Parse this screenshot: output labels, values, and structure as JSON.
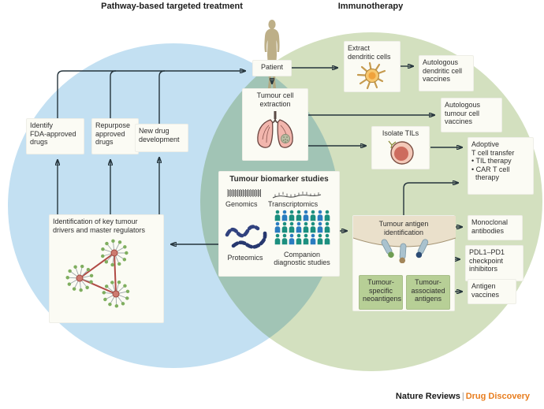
{
  "titles": {
    "pathway": "Pathway-based targeted treatment",
    "immunotherapy": "Immunotherapy"
  },
  "pathway": {
    "identify_fda": "Identify\nFDA-approved\ndrugs",
    "repurpose": "Repurpose\napproved\ndrugs",
    "new_drug": "New drug\ndevelopment",
    "key_drivers": "Identification of key tumour\ndrivers and master regulators"
  },
  "shared": {
    "patient": "Patient",
    "tumour_cell_extraction": "Tumour cell\nextraction",
    "biomarker": {
      "title": "Tumour biomarker studies",
      "genomics": "Genomics",
      "transcriptomics": "Transcriptomics",
      "proteomics": "Proteomics",
      "companion": "Companion\ndiagnostic studies"
    }
  },
  "immunotherapy": {
    "extract_dc": "Extract\ndendritic cells",
    "autologous_dc_vaccines": "Autologous\ndendritic cell\nvaccines",
    "autologous_tumour_vaccines": "Autologous\ntumour cell\nvaccines",
    "isolate_tils": "Isolate TILs",
    "adoptive": "Adoptive\nT cell transfer\n• TIL therapy\n• CAR T cell\n  therapy",
    "antigen_identification": "Tumour antigen\nidentification",
    "tumour_specific": "Tumour-\nspecific\nneoantigens",
    "tumour_associated": "Tumour-\nassociated\nantigens",
    "monoclonal": "Monoclonal\nantibodies",
    "pdl1": "PDL1–PD1\ncheckpoint\ninhibitors",
    "antigen_vaccines": "Antigen\nvaccines"
  },
  "footer": {
    "journal": "Nature Reviews",
    "separator": "|",
    "publication": "Drug Discovery"
  },
  "icons": {
    "patient_figure": "human-silhouette-icon",
    "lungs": "lungs-icon",
    "dendritic_cell": "dendritic-cell-icon",
    "til_cell": "til-cell-icon",
    "network": "tumour-driver-network-icon",
    "genomics": "dna-barcode-icon",
    "transcriptomics": "rna-strand-icon",
    "proteomics": "protein-ribbon-icon",
    "companion": "patient-cohort-icon",
    "membrane": "cell-membrane-receptors-icon"
  },
  "colors": {
    "pathway_circle": "#c3e0f2",
    "immunotherapy_circle": "#d3e0bf",
    "overlap": "#a1c5b5",
    "box_bg": "#fbfbf4",
    "green_box_bg": "#b7cf96",
    "membrane_beige": "#eae0cb",
    "connector": "#25343c",
    "accent_orange": "#e87d1e"
  }
}
